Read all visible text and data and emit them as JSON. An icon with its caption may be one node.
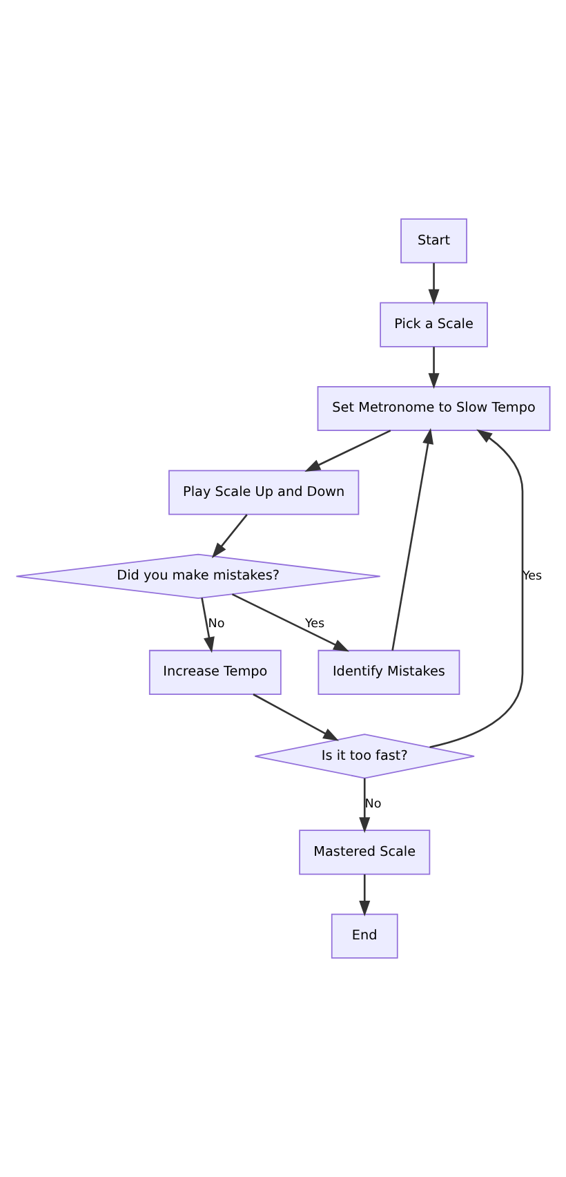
{
  "diagram": {
    "nodes": [
      {
        "text": [
          "Start"
        ]
      },
      {
        "text": [
          "Pick a Scale"
        ]
      },
      {
        "text": [
          "Set Metronome to Slow Tempo"
        ]
      },
      {
        "text": [
          "Play Scale Up and Down"
        ]
      },
      {
        "text": [
          "Did you make mistakes?"
        ]
      },
      {
        "text": [
          "Identify Mistakes"
        ]
      },
      {
        "text": [
          "Increase Tempo"
        ]
      },
      {
        "text": [
          "Is it too fast?"
        ]
      },
      {
        "text": [
          "Mastered Scale"
        ]
      },
      {
        "text": [
          "End"
        ]
      }
    ],
    "edges": [
      {
        "from": 0,
        "to": 1,
        "arrow": "to"
      },
      {
        "from": 1,
        "to": 2,
        "arrow": "to"
      },
      {
        "from": 2,
        "to": 3,
        "arrow": "to"
      },
      {
        "from": 3,
        "to": 4,
        "arrow": "to"
      },
      {
        "from": 4,
        "to": 5,
        "arrow": "to",
        "label": "Yes"
      },
      {
        "from": 4,
        "to": 6,
        "arrow": "to",
        "label": "No"
      },
      {
        "from": 5,
        "to": 2,
        "arrow": "to"
      },
      {
        "from": 6,
        "to": 7,
        "arrow": "to"
      },
      {
        "from": 7,
        "to": 2,
        "arrow": "to",
        "label": "Yes"
      },
      {
        "from": 7,
        "to": 8,
        "arrow": "to",
        "label": "No"
      },
      {
        "from": 8,
        "to": 9,
        "arrow": "to"
      }
    ]
  }
}
